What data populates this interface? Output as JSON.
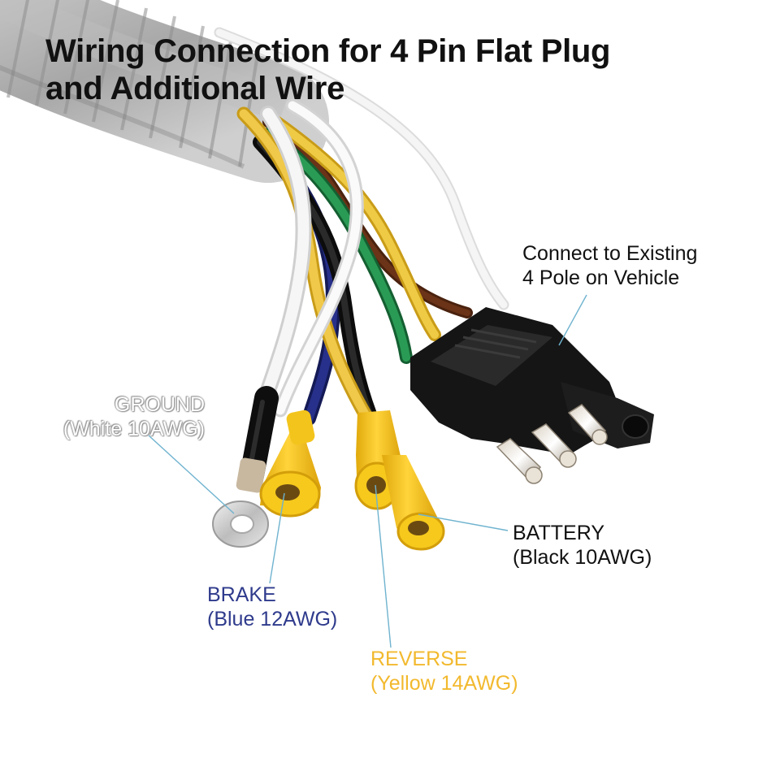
{
  "title": {
    "line1": "Wiring Connection for 4 Pin Flat Plug",
    "line2": "and Additional Wire"
  },
  "callouts": {
    "connect": {
      "line1": "Connect to Existing",
      "line2": "4 Pole on Vehicle"
    },
    "ground": {
      "line1": "GROUND",
      "line2": "(White 10AWG)"
    },
    "battery": {
      "line1": "BATTERY",
      "line2": "(Black 10AWG)"
    },
    "brake": {
      "line1": "BRAKE",
      "line2": "(Blue 12AWG)"
    },
    "reverse": {
      "line1": "REVERSE",
      "line2": "(Yellow 14AWG)"
    }
  },
  "colors": {
    "brake_label": "#2f3b8c",
    "reverse_label": "#f2b92e",
    "ground_label": "#ffffff",
    "battery_label": "#111111",
    "leader_line": "#6fb3cf",
    "wire_white": "#f3f3f3",
    "wire_yellow": "#e9c23a",
    "wire_green": "#1e8a4a",
    "wire_brown": "#5a2a12",
    "wire_blue": "#1f2670",
    "wire_black": "#161616",
    "loom": "#a9a9a9",
    "connector": "#1b1b1b",
    "terminal_yellow": "#f2c21e"
  },
  "parts": {
    "loom": "split-loom-conduit",
    "plug": "4-pin-flat-plug",
    "ground_terminal": "ring-terminal",
    "terminals": "yellow-butt-connectors"
  }
}
